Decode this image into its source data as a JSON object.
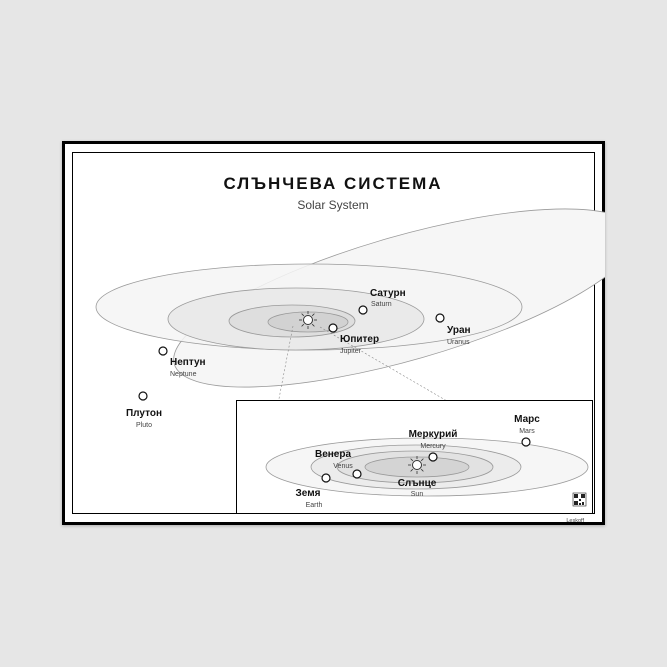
{
  "title": "СЛЪНЧЕВА СИСТЕМА",
  "subtitle": "Solar System",
  "brand": "Leskoff",
  "sun": {
    "bg": "Слънце",
    "en": "Sun"
  },
  "outer": [
    {
      "key": "saturn",
      "bg": "Сатурн",
      "en": "Saturn"
    },
    {
      "key": "jupiter",
      "bg": "Юпитер",
      "en": "Jupiter"
    },
    {
      "key": "uranus",
      "bg": "Уран",
      "en": "Uranus"
    },
    {
      "key": "neptune",
      "bg": "Нептун",
      "en": "Neptune"
    },
    {
      "key": "pluto",
      "bg": "Плутон",
      "en": "Pluto"
    }
  ],
  "inner": [
    {
      "key": "mars",
      "bg": "Марс",
      "en": "Mars"
    },
    {
      "key": "mercury",
      "bg": "Меркурий",
      "en": "Mercury"
    },
    {
      "key": "venus",
      "bg": "Венера",
      "en": "Venus"
    },
    {
      "key": "earth",
      "bg": "Земя",
      "en": "Earth"
    }
  ],
  "colors": {
    "background": "#e6e6e6",
    "paper": "#ffffff",
    "frame": "#000000",
    "orbit_stroke": "#9a9a9a",
    "orbit_fill_outer": "#f6f6f6",
    "orbit_fill_mid": "#ececec",
    "orbit_fill_inner": "#dedede"
  }
}
